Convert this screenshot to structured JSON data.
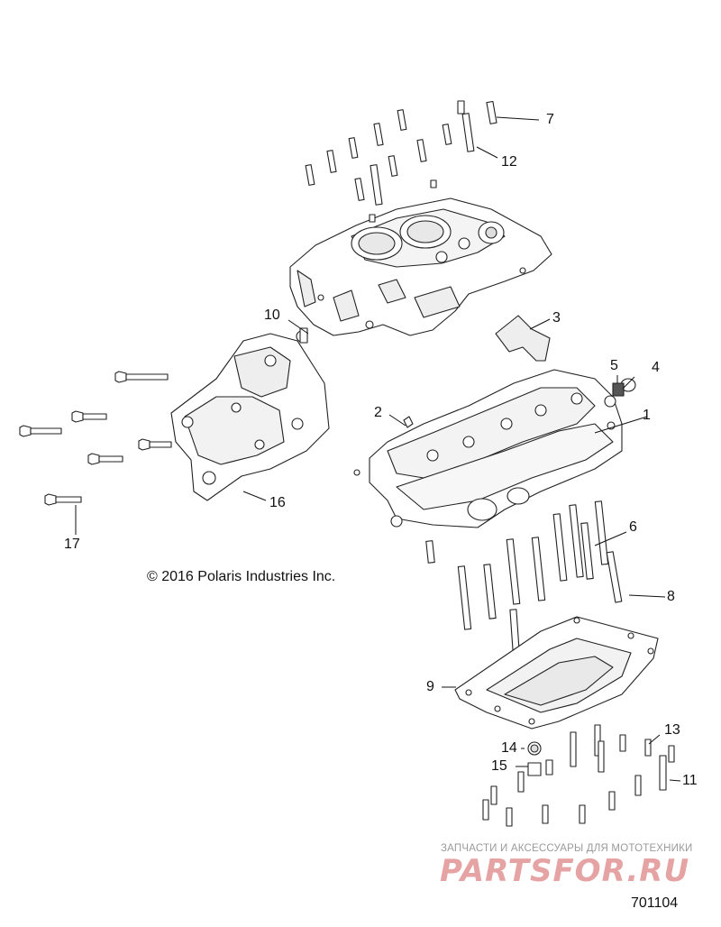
{
  "copyright": "© 2016 Polaris Industries Inc.",
  "part_number": "701104",
  "watermark": {
    "tagline": "ЗАПЧАСТИ И АКСЕССУАРЫ ДЛЯ МОТОТЕХНИКИ",
    "logo": "PARTSFOR.RU",
    "logo_color": "#e5a3a3"
  },
  "callouts": [
    "1",
    "2",
    "3",
    "4",
    "5",
    "6",
    "7",
    "8",
    "9",
    "10",
    "11",
    "12",
    "13",
    "14",
    "15",
    "16",
    "17"
  ]
}
